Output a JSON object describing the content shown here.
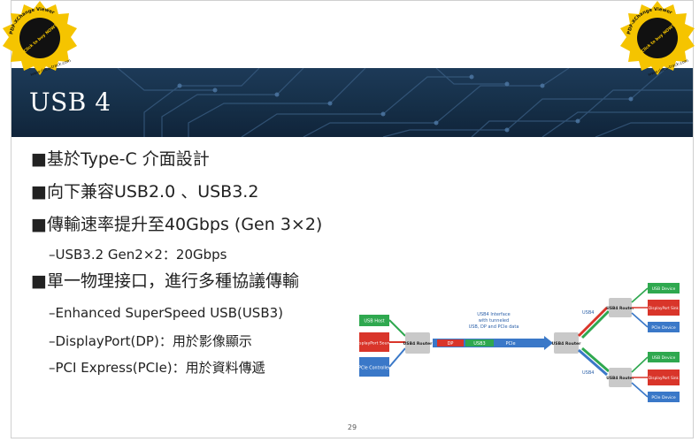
{
  "slide": {
    "title": "USB 4",
    "page_number": "29",
    "bullets": [
      {
        "marker": "■",
        "text": "基於Type-C 介面設計"
      },
      {
        "marker": "■",
        "text": "向下兼容USB2.0 、USB3.2"
      },
      {
        "marker": "■",
        "text": "傳輸速率提升至40Gbps (Gen 3×2)"
      },
      {
        "marker": "–",
        "text": "USB3.2 Gen2×2：20Gbps"
      },
      {
        "marker": "■",
        "text": "單一物理接口，進行多種協議傳輸"
      },
      {
        "marker": "–",
        "text": "Enhanced SuperSpeed USB(USB3)"
      },
      {
        "marker": "–",
        "text": "DisplayPort(DP)：用於影像顯示"
      },
      {
        "marker": "–",
        "text": "PCI Express(PCIe)：用於資料傳遞"
      }
    ]
  },
  "watermark": {
    "ring_text": "PDF-XChange Viewer",
    "center_text": "Click to buy NOW!",
    "bottom_text": "www.docu-track.com"
  },
  "diagram": {
    "left_sources": [
      "USB Host",
      "DisplayPort Source",
      "PCIe Controller"
    ],
    "left_router": "USB4 Router",
    "interface_label": [
      "USB4 Interface",
      "with tunneled",
      "USB, DP and PCIe data"
    ],
    "tunnel_segments": [
      "DP",
      "USB3",
      "PCIe"
    ],
    "center_router": "USB4 Router",
    "link_label_top": "USB4",
    "link_label_bottom": "USB4",
    "top_router": "USB4 Router",
    "bottom_router": "USB4 Router",
    "top_devices": [
      "USB Device",
      "DisplayPort Sink",
      "PCIe Device"
    ],
    "bottom_devices": [
      "USB Device",
      "DisplayPort Sink",
      "PCIe Device"
    ],
    "colors": {
      "usb": "#2fa84f",
      "dp": "#d9352a",
      "pcie": "#3a78c8",
      "router": "#c9c9c9"
    }
  }
}
